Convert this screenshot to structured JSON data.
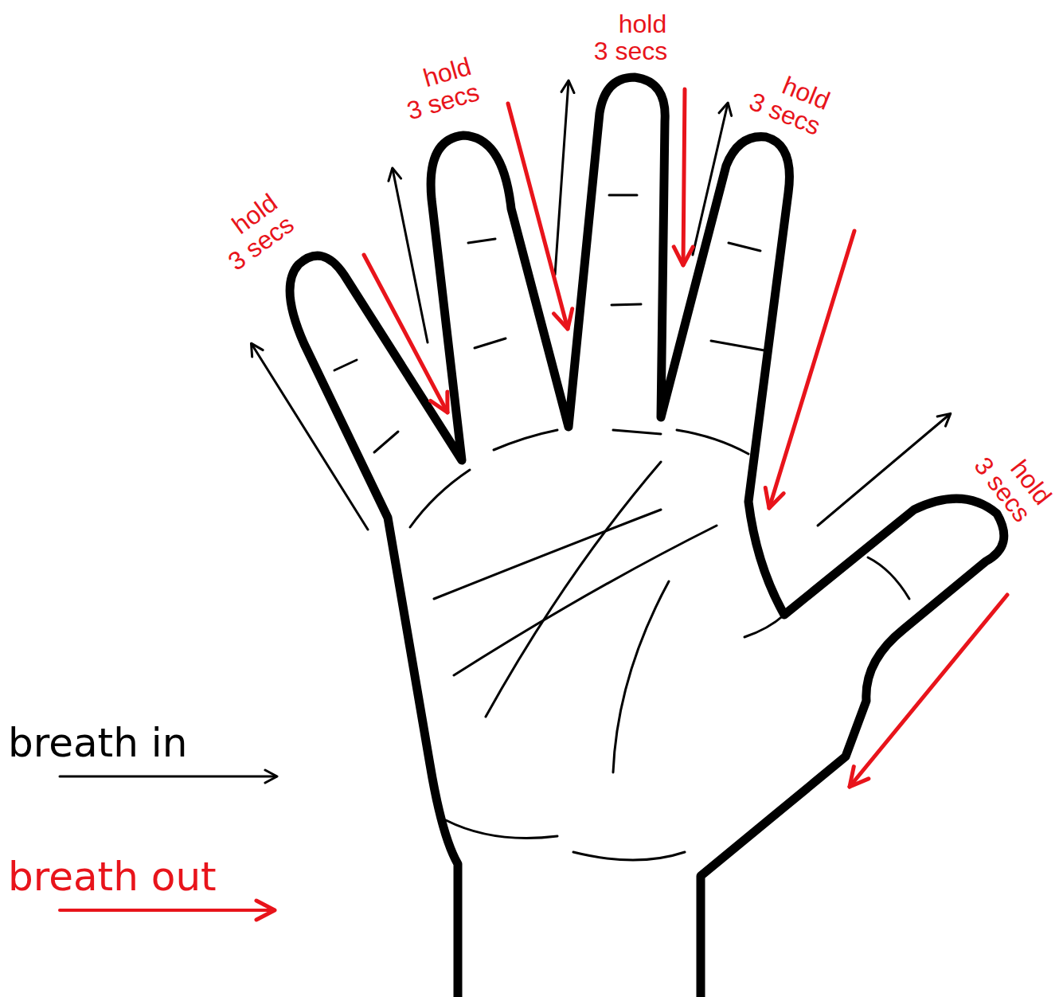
{
  "diagram": {
    "labels": [
      "hold 3 secs",
      "hold 3 secs",
      "hold 3 secs",
      "hold 3 secs",
      "hold 3 secs"
    ],
    "legend": [
      {
        "text": "breath in"
      },
      {
        "text": "breath out"
      }
    ]
  }
}
